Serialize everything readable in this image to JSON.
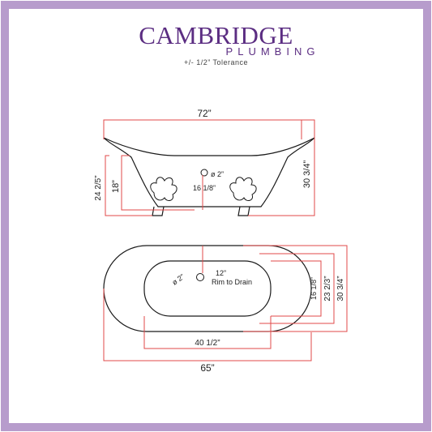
{
  "brand": {
    "name": "CAMBRIDGE",
    "sub": "PLUMBING",
    "tolerance": "+/- 1/2” Tolerance"
  },
  "colors": {
    "frame": "#b79ccc",
    "brand": "#5b2d82",
    "dimension_line": "#e04848",
    "tub_outline": "#1a1a1a"
  },
  "side_view": {
    "length": "72”",
    "height": "30 3/4”",
    "rim_height": "24 2/5”",
    "interior_depth": "18”",
    "drain": "ø 2”",
    "drain_height": "16 1/8”"
  },
  "top_view": {
    "length": "65”",
    "basin_length": "40 1/2”",
    "rim_to_drain_value": "12”",
    "rim_to_drain_label": "Rim to Drain",
    "drain": "ø 2”",
    "basin_width": "16 1/8”",
    "inner_width": "23 2/3”",
    "outer_width": "30 3/4”"
  }
}
